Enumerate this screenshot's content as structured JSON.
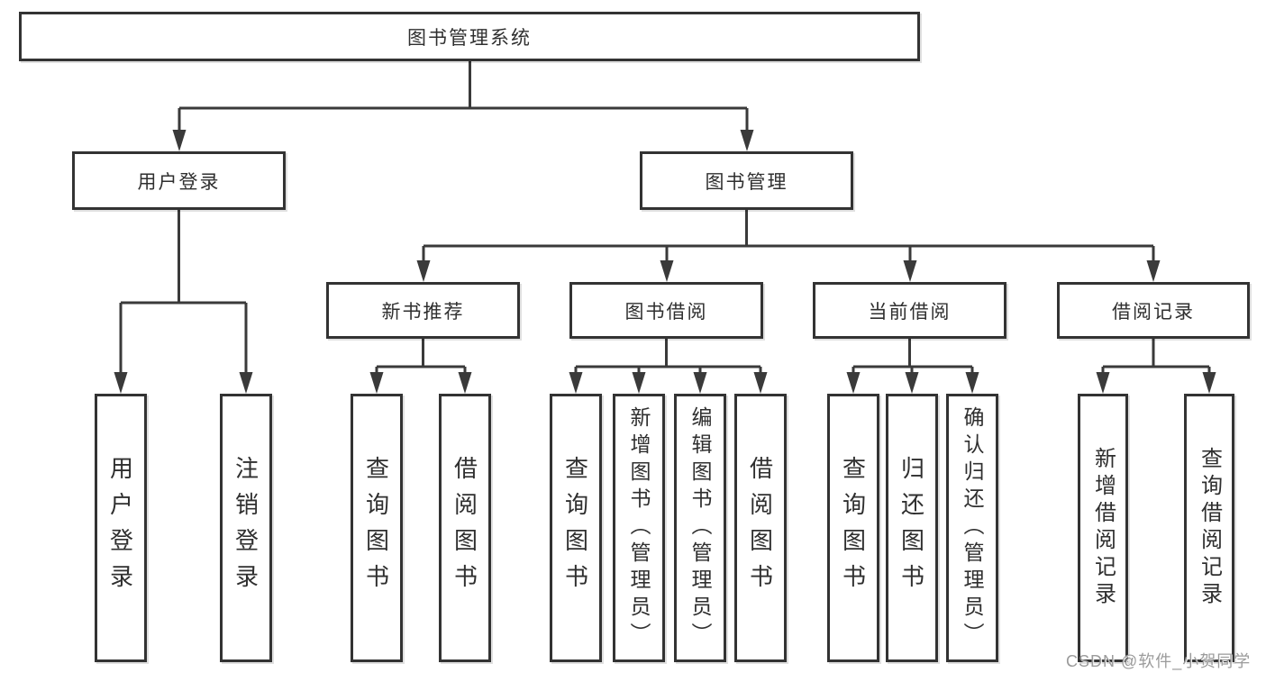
{
  "diagram_title": "图书管理系统",
  "tree": {
    "root": {
      "label": "图书管理系统",
      "children": [
        {
          "label": "用户登录",
          "children": [
            {
              "label": "用户登录"
            },
            {
              "label": "注销登录"
            }
          ]
        },
        {
          "label": "图书管理",
          "children": [
            {
              "label": "新书推荐",
              "children": [
                {
                  "label": "查询图书"
                },
                {
                  "label": "借阅图书"
                }
              ]
            },
            {
              "label": "图书借阅",
              "children": [
                {
                  "label": "查询图书"
                },
                {
                  "label": "新增图书（管理员）"
                },
                {
                  "label": "编辑图书（管理员）"
                },
                {
                  "label": "借阅图书"
                }
              ]
            },
            {
              "label": "当前借阅",
              "children": [
                {
                  "label": "查询图书"
                },
                {
                  "label": "归还图书"
                },
                {
                  "label": "确认归还（管理员）"
                }
              ]
            },
            {
              "label": "借阅记录",
              "children": [
                {
                  "label": "新增借阅记录"
                },
                {
                  "label": "查询借阅记录"
                }
              ]
            }
          ]
        }
      ]
    }
  },
  "watermark": {
    "text": "CSDN @软件_小贺同学"
  },
  "colors": {
    "line": "#3a3a3a",
    "box_border": "#333333",
    "box_fill": "#ffffff",
    "text": "#2f2f2f",
    "watermark": "#9b9b9b",
    "background": "#ffffff"
  }
}
